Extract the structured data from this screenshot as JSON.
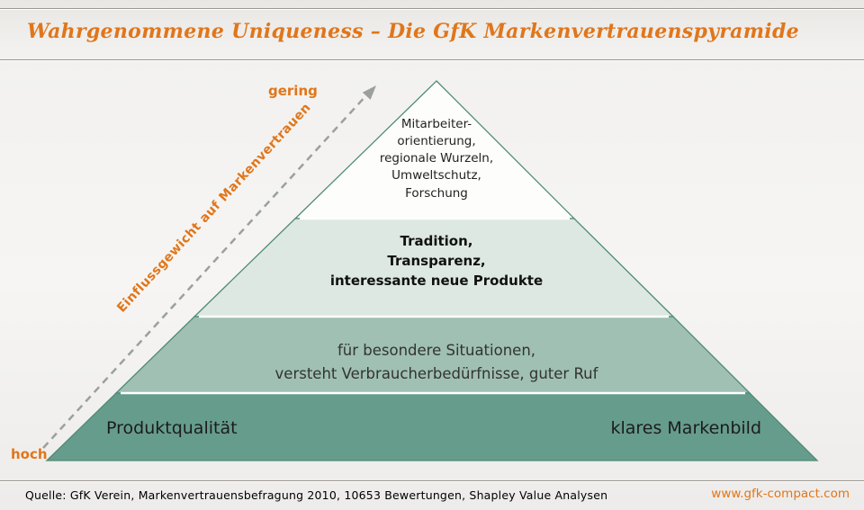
{
  "header": {
    "title": "Wahrgenommene Uniqueness – Die GfK Markenvertrauenspyramide"
  },
  "axis": {
    "top_label": "gering",
    "bottom_label": "hoch",
    "arrow_label": "Einflussgewicht auf Markenvertrauen"
  },
  "pyramid": {
    "layers": [
      {
        "name": "top",
        "text": "Mitarbeiter-\norientierung,\nregionale Wurzeln,\nUmweltschutz,\nForschung",
        "color": "#fdfdfc"
      },
      {
        "name": "upper-middle",
        "text": "Tradition,\nTransparenz,\ninteressante neue Produkte",
        "color": "#dce8e1"
      },
      {
        "name": "lower-middle",
        "text": "für besondere Situationen,\nversteht Verbraucherbedürfnisse, guter Ruf",
        "color": "#9fc0b2"
      },
      {
        "name": "base",
        "left_text": "Produktqualität",
        "right_text": "klares Markenbild",
        "color": "#669c8b"
      }
    ],
    "edge_color": "#4f8a78"
  },
  "footer": {
    "source": "Quelle: GfK Verein, Markenvertrauensbefragung  2010, 10653 Bewertungen, Shapley  Value  Analysen",
    "website": "www.gfk-compact.com"
  },
  "colors": {
    "accent_orange": "#e0761b",
    "arrow_gray": "#9aa09e"
  }
}
